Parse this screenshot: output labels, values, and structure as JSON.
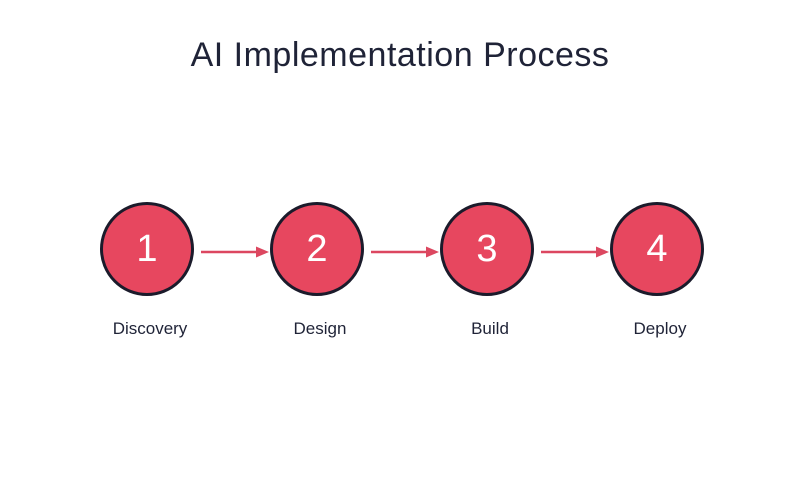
{
  "title": "AI Implementation Process",
  "stages": [
    {
      "number": "1",
      "label": "Discovery"
    },
    {
      "number": "2",
      "label": "Design"
    },
    {
      "number": "3",
      "label": "Build"
    },
    {
      "number": "4",
      "label": "Deploy"
    }
  ],
  "colors": {
    "background": "#ffffff",
    "node_fill": "#e7475f",
    "node_border": "#1b1b2b",
    "node_number": "#ffffff",
    "arrow": "#dc4760",
    "title_text": "#1f2337",
    "label_text": "#1f2337"
  }
}
